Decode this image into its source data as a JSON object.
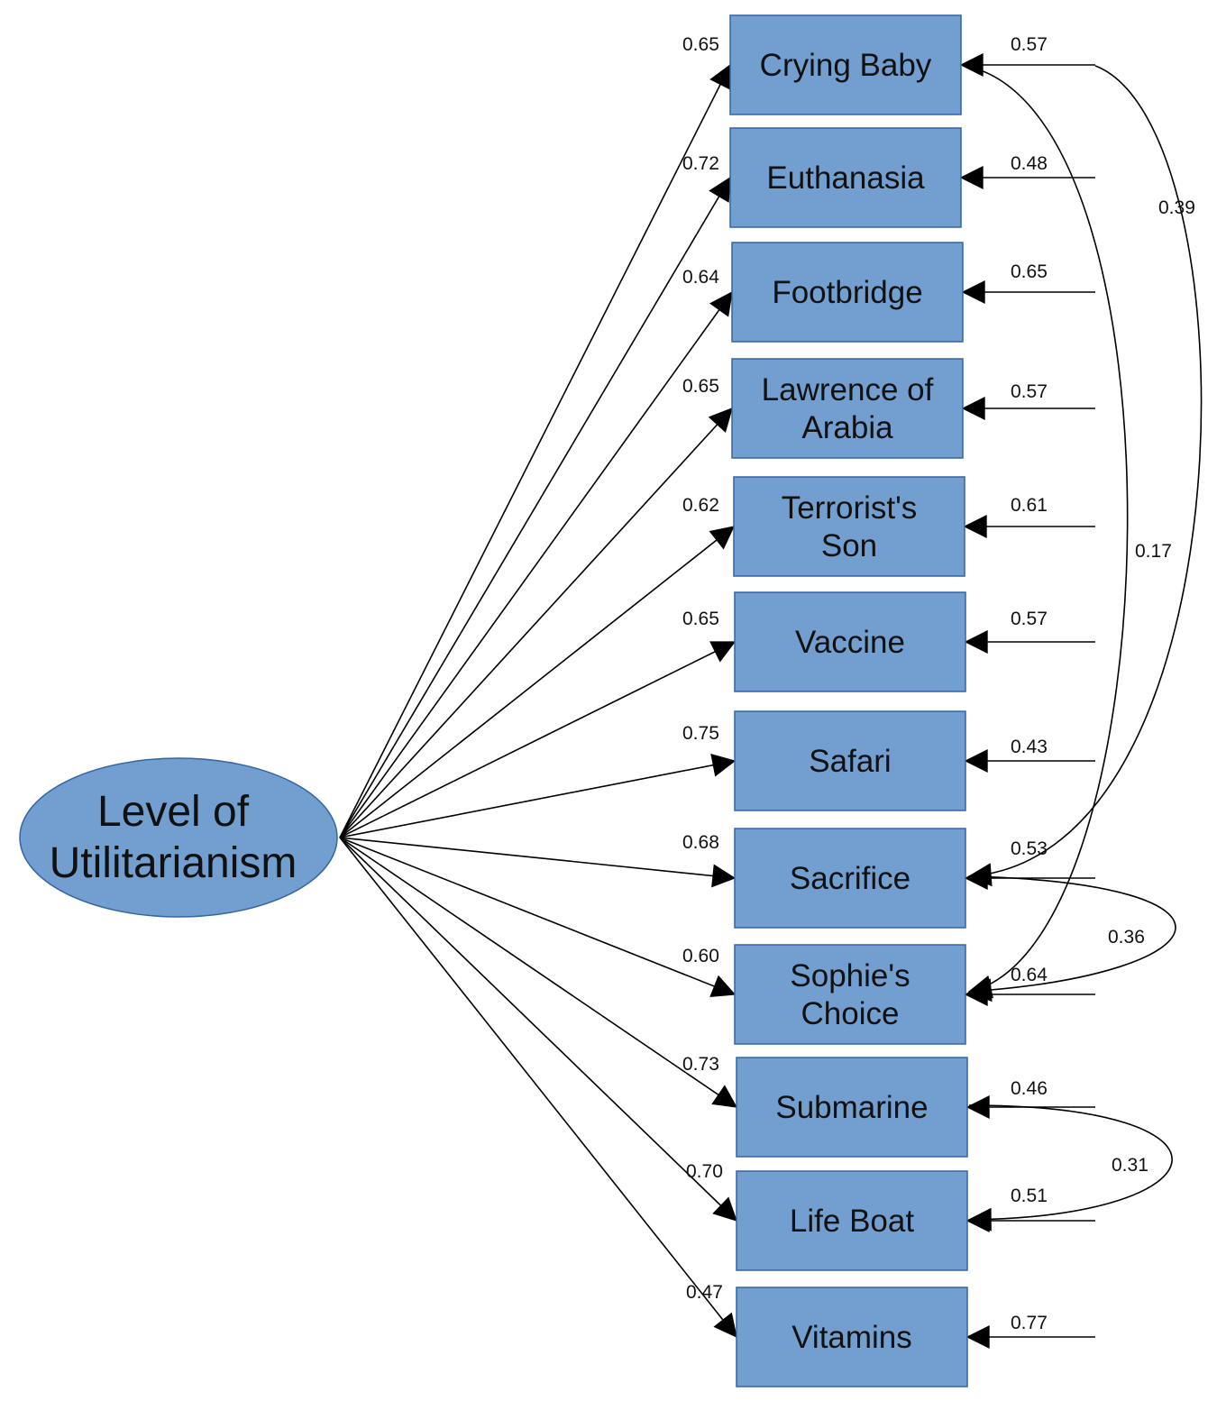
{
  "latent": {
    "label_lines": [
      "Level of",
      "Utilitarianism"
    ]
  },
  "indicators": [
    {
      "lines": [
        "Crying Baby"
      ],
      "loading": "0.65",
      "residual": "0.57"
    },
    {
      "lines": [
        "Euthanasia"
      ],
      "loading": "0.72",
      "residual": "0.48"
    },
    {
      "lines": [
        "Footbridge"
      ],
      "loading": "0.64",
      "residual": "0.65"
    },
    {
      "lines": [
        "Lawrence of",
        "Arabia"
      ],
      "loading": "0.65",
      "residual": "0.57"
    },
    {
      "lines": [
        "Terrorist's",
        "Son"
      ],
      "loading": "0.62",
      "residual": "0.61"
    },
    {
      "lines": [
        "Vaccine"
      ],
      "loading": "0.65",
      "residual": "0.57"
    },
    {
      "lines": [
        "Safari"
      ],
      "loading": "0.75",
      "residual": "0.43"
    },
    {
      "lines": [
        "Sacrifice"
      ],
      "loading": "0.68",
      "residual": "0.53"
    },
    {
      "lines": [
        "Sophie's",
        "Choice"
      ],
      "loading": "0.60",
      "residual": "0.64"
    },
    {
      "lines": [
        "Submarine"
      ],
      "loading": "0.73",
      "residual": "0.46"
    },
    {
      "lines": [
        "Life Boat"
      ],
      "loading": "0.70",
      "residual": "0.51"
    },
    {
      "lines": [
        "Vitamins"
      ],
      "loading": "0.47",
      "residual": "0.77"
    }
  ],
  "covariances": [
    {
      "from": "Crying Baby",
      "to": "Sacrifice",
      "value": "0.39"
    },
    {
      "from": "Crying Baby",
      "to": "Sophie's Choice",
      "value": "0.17"
    },
    {
      "from": "Sacrifice",
      "to": "Sophie's Choice",
      "value": "0.36"
    },
    {
      "from": "Submarine",
      "to": "Life Boat",
      "value": "0.31"
    }
  ]
}
